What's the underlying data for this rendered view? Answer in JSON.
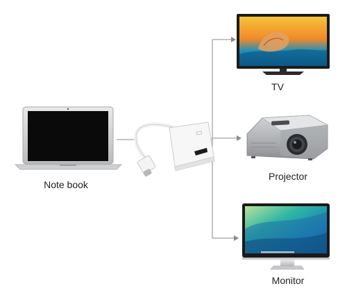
{
  "devices": {
    "source": {
      "label": "Note book",
      "icon": "laptop-icon"
    },
    "adapter": {
      "icon": "usb-c-to-hdmi-adapter-icon"
    },
    "outputs": [
      {
        "label": "TV",
        "icon": "tv-icon"
      },
      {
        "label": "Projector",
        "icon": "projector-icon"
      },
      {
        "label": "Monitor",
        "icon": "monitor-icon"
      }
    ]
  },
  "colors": {
    "connector_line": "#8a8a8a",
    "label_text": "#222222",
    "background": "#ffffff"
  }
}
